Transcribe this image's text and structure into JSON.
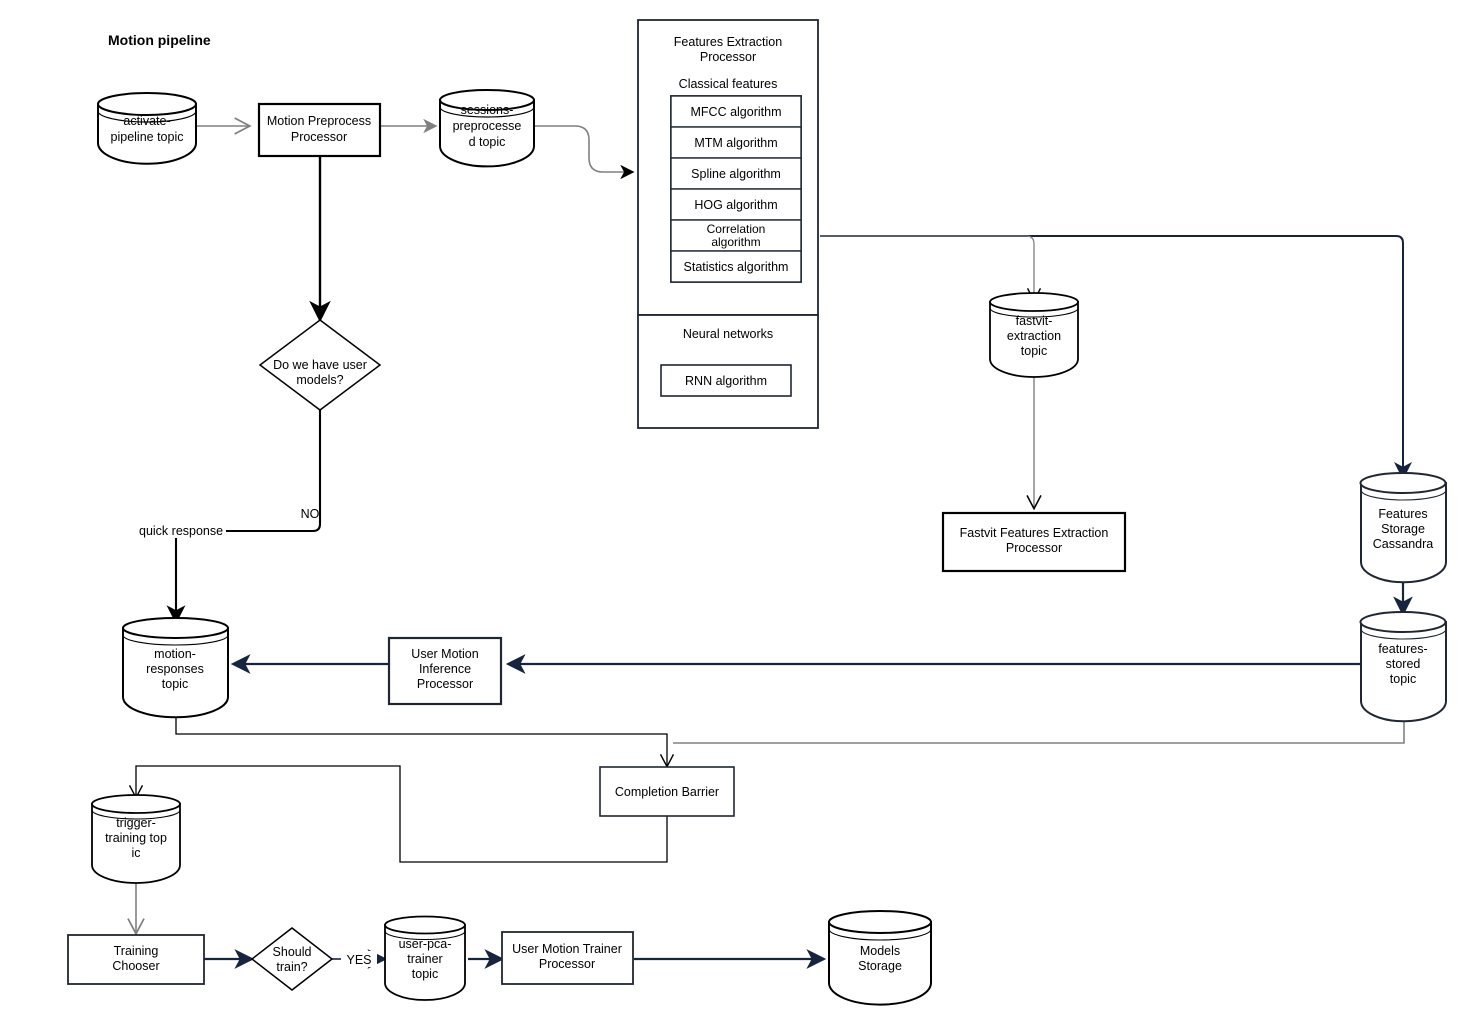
{
  "page": {
    "title": "Motion pipeline",
    "background": "#ffffff",
    "colors": {
      "navy": "#16243f",
      "gray": "#808080",
      "black": "#000000",
      "dark": "#1f2733",
      "shape_fill": "#ffffff"
    }
  },
  "nodes": {
    "activate_pipeline_topic": {
      "label": "activate-pipeline topic",
      "lines": [
        "activate-",
        "pipeline topic"
      ],
      "type": "cylinder"
    },
    "motion_preprocess_processor": {
      "label": "Motion Preprocess Processor",
      "lines": [
        "Motion Preprocess",
        "Processor"
      ],
      "type": "process"
    },
    "sessions_preprocessed_topic": {
      "label": "sessions-preprocessed topic",
      "lines": [
        "sessions-",
        "preprocesse",
        "d topic"
      ],
      "type": "cylinder"
    },
    "features_extraction_processor": {
      "label": "Features Extraction Processor",
      "lines": [
        "Features Extraction",
        "Processor"
      ],
      "type": "container"
    },
    "classical_features": {
      "label": "Classical features",
      "type": "group-heading"
    },
    "mfcc_algorithm": {
      "label": "MFCC algorithm",
      "type": "process"
    },
    "mtm_algorithm": {
      "label": "MTM algorithm",
      "type": "process"
    },
    "spline_algorithm": {
      "label": "Spline algorithm",
      "type": "process"
    },
    "hog_algorithm": {
      "label": "HOG algorithm",
      "type": "process"
    },
    "correlation_algorithm": {
      "label": "Correlation algorithm",
      "lines": [
        "Correlation",
        "algorithm"
      ],
      "type": "process"
    },
    "statistics_algorithm": {
      "label": "Statistics algorithm",
      "type": "process"
    },
    "neural_networks": {
      "label": "Neural networks",
      "type": "group-heading"
    },
    "rnn_algorithm": {
      "label": "RNN algorithm",
      "type": "process"
    },
    "decision_user_models": {
      "label": "Do we have user models?",
      "lines": [
        "Do we have user",
        "models?"
      ],
      "type": "decision"
    },
    "fastvit_extraction_topic": {
      "label": "fastvit-extraction topic",
      "lines": [
        "fastvit-",
        "extraction",
        "topic"
      ],
      "type": "cylinder"
    },
    "fastvit_features_extraction_processor": {
      "label": "Fastvit Features Extraction Processor",
      "lines": [
        "Fastvit Features Extraction",
        "Processor"
      ],
      "type": "process"
    },
    "features_storage_cassandra": {
      "label": "Features Storage Cassandra",
      "lines": [
        "Features",
        "Storage",
        "Cassandra"
      ],
      "type": "cylinder"
    },
    "features_stored_topic": {
      "label": "features-stored topic",
      "lines": [
        "features-",
        "stored",
        "topic"
      ],
      "type": "cylinder"
    },
    "motion_responses_topic": {
      "label": "motion-responses topic",
      "lines": [
        "motion-",
        "responses",
        "topic"
      ],
      "type": "cylinder"
    },
    "user_motion_inference_processor": {
      "label": "User Motion Inference Processor",
      "lines": [
        "User Motion",
        "Inference",
        "Processor"
      ],
      "type": "process"
    },
    "completion_barrier": {
      "label": "Completion Barrier",
      "lines": [
        "Completion Barrier"
      ],
      "type": "process"
    },
    "trigger_training_topic": {
      "label": "trigger-training topic",
      "lines": [
        "trigger-",
        "training top",
        "ic"
      ],
      "type": "cylinder"
    },
    "training_chooser": {
      "label": "Training Chooser",
      "lines": [
        "Training",
        "Chooser"
      ],
      "type": "process"
    },
    "decision_should_train": {
      "label": "Should train?",
      "lines": [
        "Should",
        "train?"
      ],
      "type": "decision"
    },
    "user_pca_trainer_topic": {
      "label": "user-pca-trainer topic",
      "lines": [
        "user-pca-",
        "trainer",
        "topic"
      ],
      "type": "cylinder"
    },
    "user_motion_trainer_processor": {
      "label": "User Motion Trainer Processor",
      "lines": [
        "User Motion Trainer",
        "Processor"
      ],
      "type": "process"
    },
    "models_storage": {
      "label": "Models Storage",
      "lines": [
        "Models",
        "Storage"
      ],
      "type": "cylinder"
    }
  },
  "edge_labels": {
    "no": "NO",
    "quick_response": "quick response",
    "yes": "YES"
  },
  "edges": [
    {
      "from": "activate_pipeline_topic",
      "to": "motion_preprocess_processor",
      "color": "gray"
    },
    {
      "from": "motion_preprocess_processor",
      "to": "sessions_preprocessed_topic",
      "color": "gray"
    },
    {
      "from": "sessions_preprocessed_topic",
      "to": "features_extraction_processor",
      "color": "gray"
    },
    {
      "from": "motion_preprocess_processor",
      "to": "decision_user_models",
      "color": "black"
    },
    {
      "from": "decision_user_models",
      "to": "motion_responses_topic",
      "label": "NO / quick response",
      "color": "black"
    },
    {
      "from": "features_extraction_processor",
      "to": "fastvit_extraction_topic",
      "color": "gray"
    },
    {
      "from": "features_extraction_processor",
      "to": "features_storage_cassandra",
      "color": "navy"
    },
    {
      "from": "fastvit_extraction_topic",
      "to": "fastvit_features_extraction_processor",
      "color": "gray"
    },
    {
      "from": "features_storage_cassandra",
      "to": "features_stored_topic",
      "color": "navy"
    },
    {
      "from": "features_stored_topic",
      "to": "user_motion_inference_processor",
      "color": "navy"
    },
    {
      "from": "user_motion_inference_processor",
      "to": "motion_responses_topic",
      "color": "navy"
    },
    {
      "from": "features_stored_topic",
      "to": "completion_barrier",
      "color": "gray"
    },
    {
      "from": "motion_responses_topic",
      "to": "completion_barrier",
      "color": "black"
    },
    {
      "from": "completion_barrier",
      "to": "trigger_training_topic",
      "color": "black"
    },
    {
      "from": "trigger_training_topic",
      "to": "training_chooser",
      "color": "gray"
    },
    {
      "from": "training_chooser",
      "to": "decision_should_train",
      "color": "navy"
    },
    {
      "from": "decision_should_train",
      "to": "user_pca_trainer_topic",
      "label": "YES",
      "color": "navy"
    },
    {
      "from": "user_pca_trainer_topic",
      "to": "user_motion_trainer_processor",
      "color": "navy"
    },
    {
      "from": "user_motion_trainer_processor",
      "to": "models_storage",
      "color": "navy"
    }
  ]
}
